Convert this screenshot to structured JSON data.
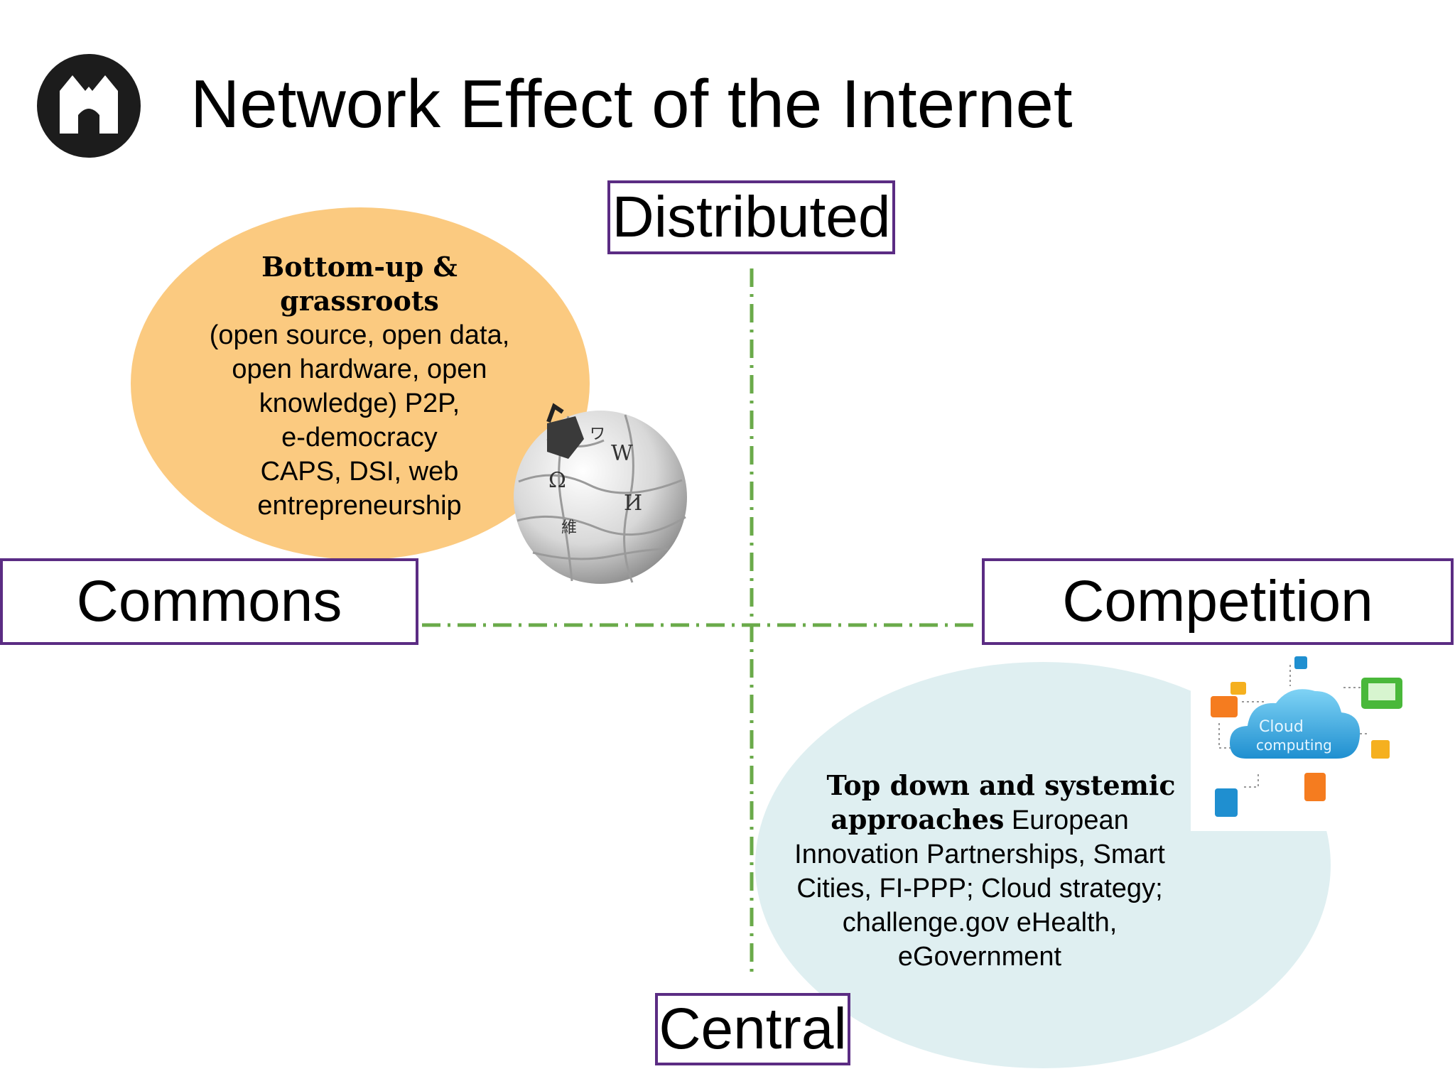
{
  "slide": {
    "title": "Network Effect of the Internet",
    "logo_icon": "castle-gate-icon"
  },
  "axes": {
    "top": "Distributed",
    "bottom": "Central",
    "left": "Commons",
    "right": "Competition",
    "line_color": "#6aaa4a",
    "box_border_color": "#5b2c83"
  },
  "quadrant_top_left": {
    "heading_line1": "Bottom-up &",
    "heading_line2": "grassroots",
    "lines": [
      "(open source, open data,",
      "open hardware, open",
      "knowledge) P2P,",
      "e-democracy",
      "CAPS, DSI, web",
      "entrepreneurship"
    ],
    "bubble_color": "#fbca80",
    "image_icon": "wikipedia-globe-icon"
  },
  "quadrant_bottom_right": {
    "heading_line1": "Top down and systemic",
    "heading_line2": "approaches",
    "line2_rest": " European",
    "lines": [
      "Innovation Partnerships, Smart",
      "Cities, FI-PPP; Cloud strategy;",
      "challenge.gov eHealth,",
      "eGovernment"
    ],
    "bubble_color": "#dfeff1",
    "image_icon": "cloud-computing-icon",
    "cloud_label_line1": "Cloud",
    "cloud_label_line2": "computing"
  }
}
